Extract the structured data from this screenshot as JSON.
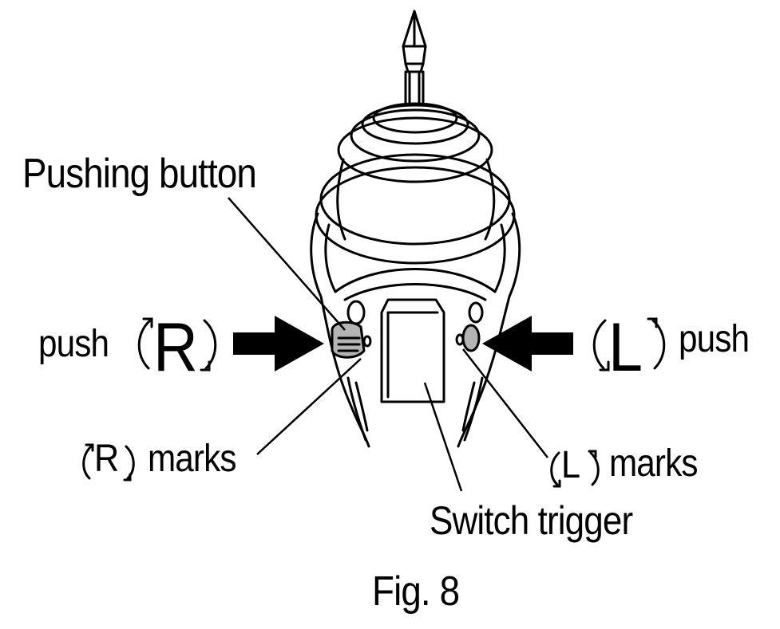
{
  "labels": {
    "pushing_button": "Pushing button",
    "push_left": "push",
    "push_right": "push",
    "r_symbol": "R",
    "l_symbol": "L",
    "r_marks": "marks",
    "l_marks": "marks",
    "switch_trigger": "Switch trigger",
    "figure_caption": "Fig. 8"
  },
  "colors": {
    "ink": "#000000",
    "paper": "#ffffff",
    "button_gray": "#b4b4b4"
  }
}
